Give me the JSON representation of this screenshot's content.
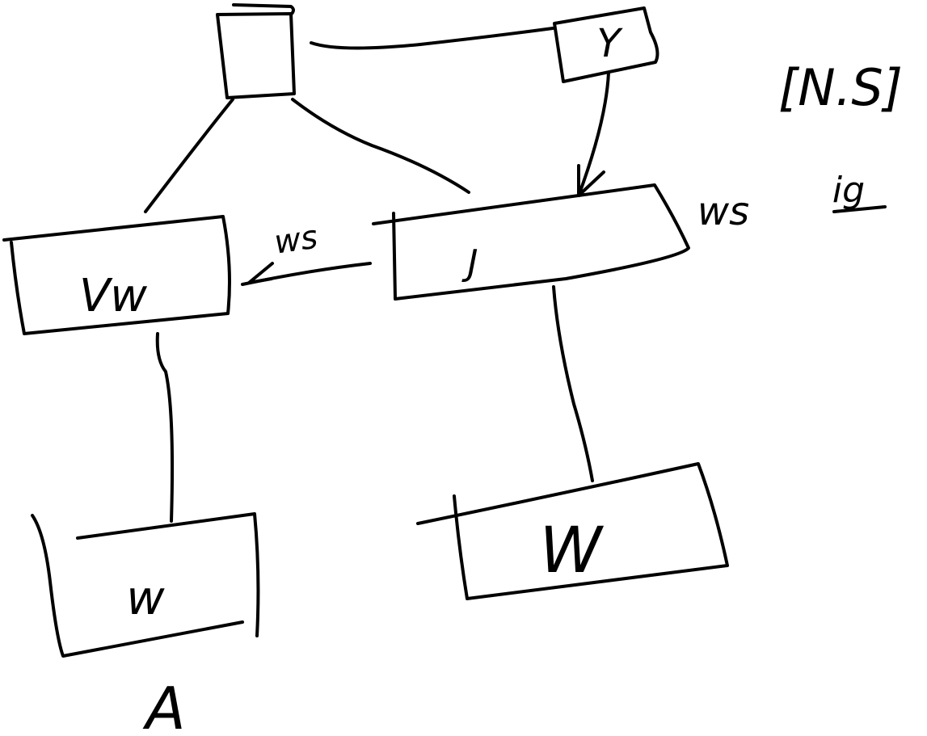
{
  "colors": {
    "background": "#ffffff",
    "ink": "#000000"
  },
  "nodes": {
    "top_left_node": "",
    "top_right_node": "Y",
    "middle_left_node": "Vw",
    "middle_center_node": "J",
    "bottom_left_node": "w",
    "bottom_right_node": "W"
  },
  "edge_labels": {
    "j_to_vw": "ws",
    "j_right": "ws"
  },
  "annotations": {
    "top_right_bracket": "[N.S]",
    "top_right_small": "ig",
    "bottom_left_letter": "A"
  }
}
